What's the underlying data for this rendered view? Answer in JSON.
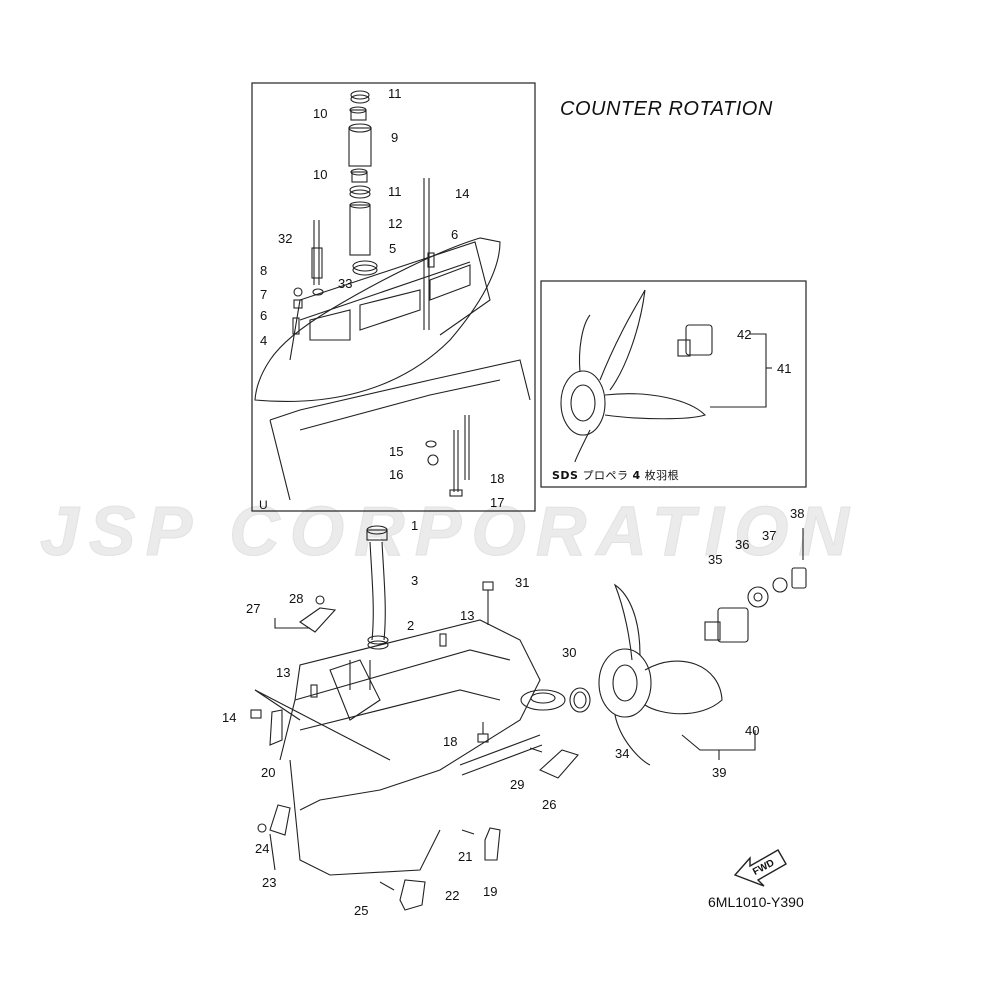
{
  "title": "COUNTER ROTATION",
  "diagram_code": "6ML1010-Y390",
  "fwd_label": "FWD",
  "inset": {
    "prefix": "SDS",
    "label": "プロペラ",
    "count": "4",
    "suffix": "枚羽根",
    "box_mark": "U"
  },
  "watermark": "JSP CORPORATION",
  "part_numbers": {
    "p1": "1",
    "p2": "2",
    "p3": "3",
    "p4": "4",
    "p5": "5",
    "p6": "6",
    "p7": "7",
    "p8": "8",
    "p9": "9",
    "p10": "10",
    "p11": "11",
    "p12": "12",
    "p13": "13",
    "p14": "14",
    "p15": "15",
    "p16": "16",
    "p17": "17",
    "p18": "18",
    "p19": "19",
    "p20": "20",
    "p21": "21",
    "p22": "22",
    "p23": "23",
    "p24": "24",
    "p25": "25",
    "p26": "26",
    "p27": "27",
    "p28": "28",
    "p29": "29",
    "p30": "30",
    "p31": "31",
    "p32": "32",
    "p33": "33",
    "p34": "34",
    "p35": "35",
    "p36": "36",
    "p37": "37",
    "p38": "38",
    "p39": "39",
    "p40": "40",
    "p41": "41",
    "p42": "42"
  },
  "colors": {
    "line": "#222222",
    "watermark": "#e6e6e6",
    "background": "#ffffff"
  }
}
